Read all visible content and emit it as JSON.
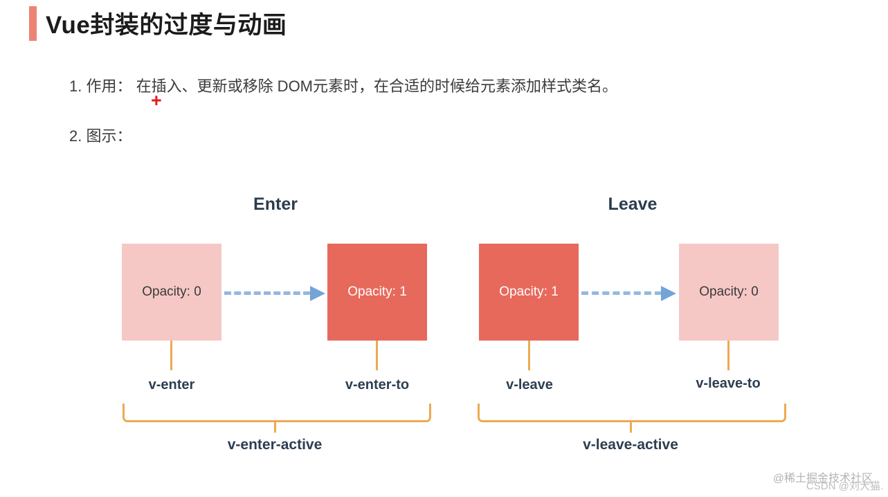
{
  "page": {
    "title": "Vue封装的过度与动画",
    "point1": "1. 作用： 在插入、更新或移除 DOM元素时，在合适的时候给元素添加样式类名。",
    "plus_marker": "+",
    "point2": "2. 图示："
  },
  "diagram": {
    "enter": {
      "heading": "Enter",
      "from_box": "Opacity: 0",
      "to_box": "Opacity: 1",
      "from_label": "v-enter",
      "to_label": "v-enter-to",
      "active_label": "v-enter-active"
    },
    "leave": {
      "heading": "Leave",
      "from_box": "Opacity: 1",
      "to_box": "Opacity: 0",
      "from_label": "v-leave",
      "to_label": "v-leave-to",
      "active_label": "v-leave-active"
    },
    "colors": {
      "pink_box": "#f5c8c5",
      "red_box": "#e7695c",
      "arrow_dash": "#94b7e0",
      "arrow_head": "#74a3d8",
      "connector_orange": "#ecaa52",
      "label_navy": "#2d3e50",
      "accent_bar": "#ec8474",
      "plus_red": "#e31c1c"
    }
  },
  "watermark": {
    "line1": "@稀土掘金技术社区",
    "line2": "CSDN @刘大猫."
  }
}
